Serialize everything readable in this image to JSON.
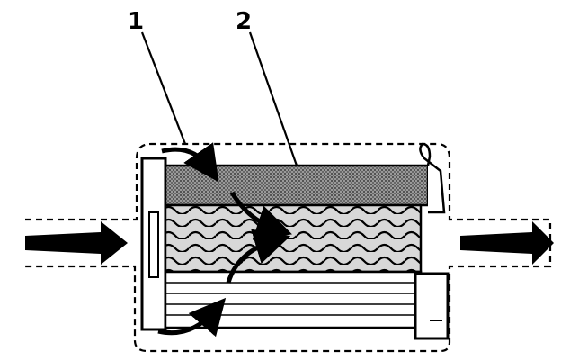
{
  "callouts": [
    {
      "id": "1",
      "label": "1"
    },
    {
      "id": "2",
      "label": "2"
    }
  ],
  "colors": {
    "ink": "#000000",
    "paper": "#ffffff",
    "upper_stipple": "#7a7a7a",
    "middle_fill": "#c9c9c9"
  }
}
